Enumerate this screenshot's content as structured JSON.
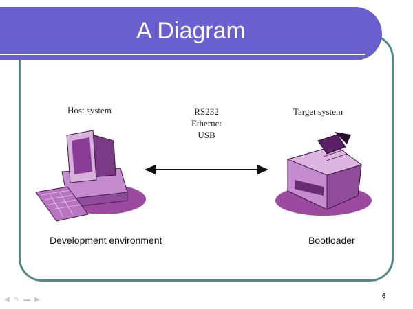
{
  "title": "A Diagram",
  "host": {
    "label": "Host system",
    "caption": "Development environment"
  },
  "target": {
    "label": "Target system",
    "caption": "Bootloader"
  },
  "connection": {
    "lines": [
      "RS232",
      "Ethernet",
      "USB"
    ]
  },
  "page_number": "6",
  "nav_icons": [
    "prev-icon",
    "pen-icon",
    "menu-icon",
    "next-icon"
  ],
  "colors": {
    "title_bar": "#6a5fcf",
    "frame": "#4f8a87",
    "device": "#a35aa6"
  }
}
